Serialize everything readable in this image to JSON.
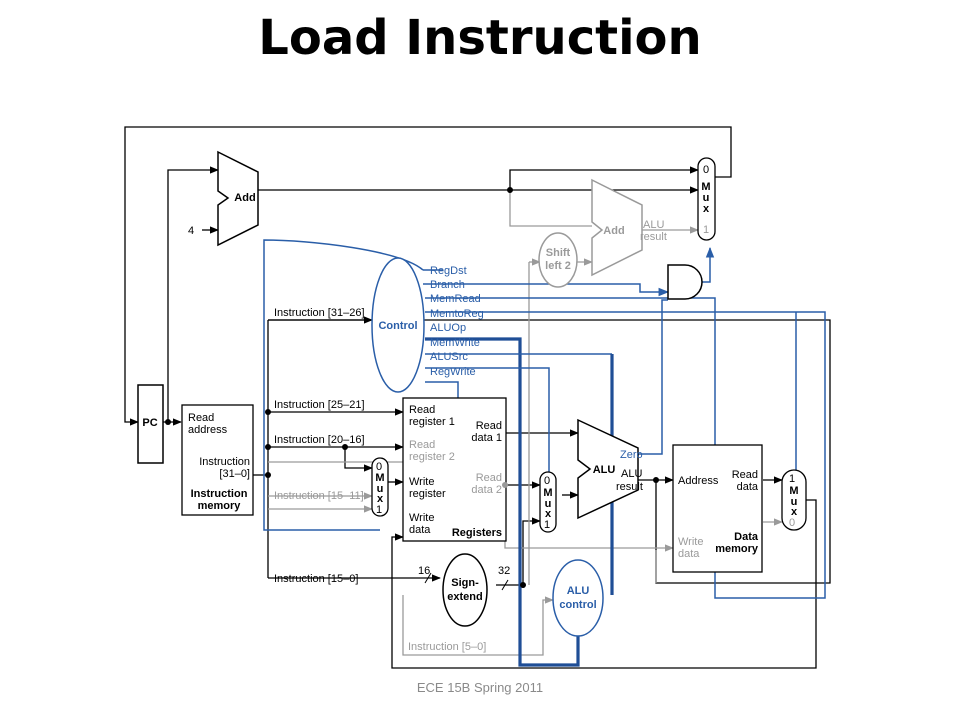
{
  "title": "Load Instruction",
  "footer": "ECE 15B Spring 2011",
  "pc": "PC",
  "add_top": "Add",
  "four": "4",
  "add_branch": "Add",
  "alu_result_a": "ALU",
  "alu_result_b": "result",
  "shift_a": "Shift",
  "shift_b": "left 2",
  "control": "Control",
  "control_signals": [
    "RegDst",
    "Branch",
    "MemRead",
    "MemtoReg",
    "ALUOp",
    "MemWrite",
    "ALUSrc",
    "RegWrite"
  ],
  "instr_31_26": "Instruction [31–26]",
  "instr_25_21": "Instruction [25–21]",
  "instr_20_16": "Instruction [20–16]",
  "instr_15_11": "Instruction [15–11]",
  "instr_15_0": "Instruction [15–0]",
  "instr_5_0": "Instruction [5–0]",
  "imem": {
    "read": "Read",
    "address": "address",
    "instruction": "Instruction",
    "bits": "[31–0]",
    "name1": "Instruction",
    "name2": "memory"
  },
  "regs": {
    "rr1a": "Read",
    "rr1b": "register 1",
    "rr2a": "Read",
    "rr2b": "register 2",
    "wra": "Write",
    "wrb": "register",
    "wda": "Write",
    "wdb": "data",
    "rd1a": "Read",
    "rd1b": "data 1",
    "rd2a": "Read",
    "rd2b": "data 2",
    "name": "Registers"
  },
  "alu": {
    "name": "ALU",
    "zero": "Zero",
    "res_a": "ALU",
    "res_b": "result"
  },
  "alu_control": {
    "a": "ALU",
    "b": "control"
  },
  "sign_extend": {
    "a": "Sign-",
    "b": "extend",
    "in": "16",
    "out": "32"
  },
  "dmem": {
    "address": "Address",
    "rda": "Read",
    "rdb": "data",
    "wda": "Write",
    "wdb": "data",
    "name1": "Data",
    "name2": "memory"
  },
  "mux_letters": [
    "M",
    "u",
    "x"
  ],
  "mux_pc": {
    "top": "0",
    "bot": "1"
  },
  "mux_reg": {
    "top": "0",
    "bot": "1"
  },
  "mux_alu": {
    "top": "0",
    "bot": "1"
  },
  "mux_mem": {
    "top": "1",
    "bot": "0"
  },
  "colors": {
    "control_blue": "#2a5ea8",
    "inactive_gray": "#9a9a9a"
  }
}
